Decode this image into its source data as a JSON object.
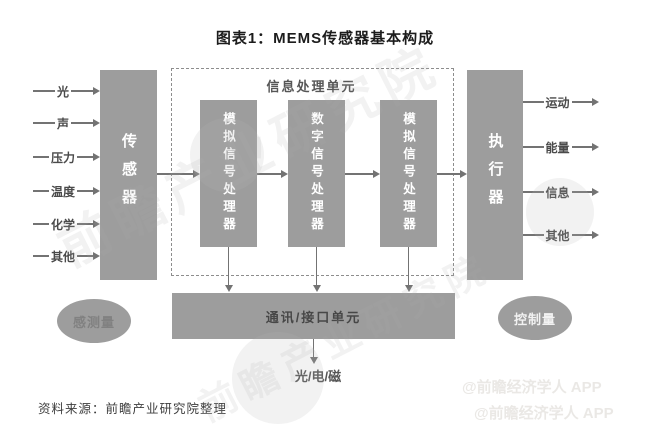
{
  "page": {
    "title": "图表1：MEMS传感器基本构成",
    "source": "资料来源：前瞻产业研究院整理"
  },
  "diagram": {
    "inputs": [
      "光",
      "声",
      "压力",
      "温度",
      "化学",
      "其他"
    ],
    "outputs": [
      "运动",
      "能量",
      "信息",
      "其他"
    ],
    "sensor": "传感器",
    "actuator": "执行器",
    "processing_unit_title": "信息处理单元",
    "processors": [
      "模拟信号处理器",
      "数字信号处理器",
      "模拟信号处理器"
    ],
    "comm_unit": "通讯/接口单元",
    "comm_output": "光/电/磁",
    "sensed_quantity": "感测量",
    "controlled_quantity": "控制量",
    "colors": {
      "block_fill": "#9d9d9d",
      "block_text": "#ffffff",
      "line": "#737373",
      "dashed_border": "#8d8d8d",
      "label_text": "#4a4a4a"
    }
  },
  "watermarks": {
    "diagonal_1": "前瞻产业研究院",
    "diagonal_2": "前瞻产业研究院",
    "corner_line_1": "@前瞻经济学人 APP",
    "corner_line_2": "@前瞻经济学人 APP"
  }
}
